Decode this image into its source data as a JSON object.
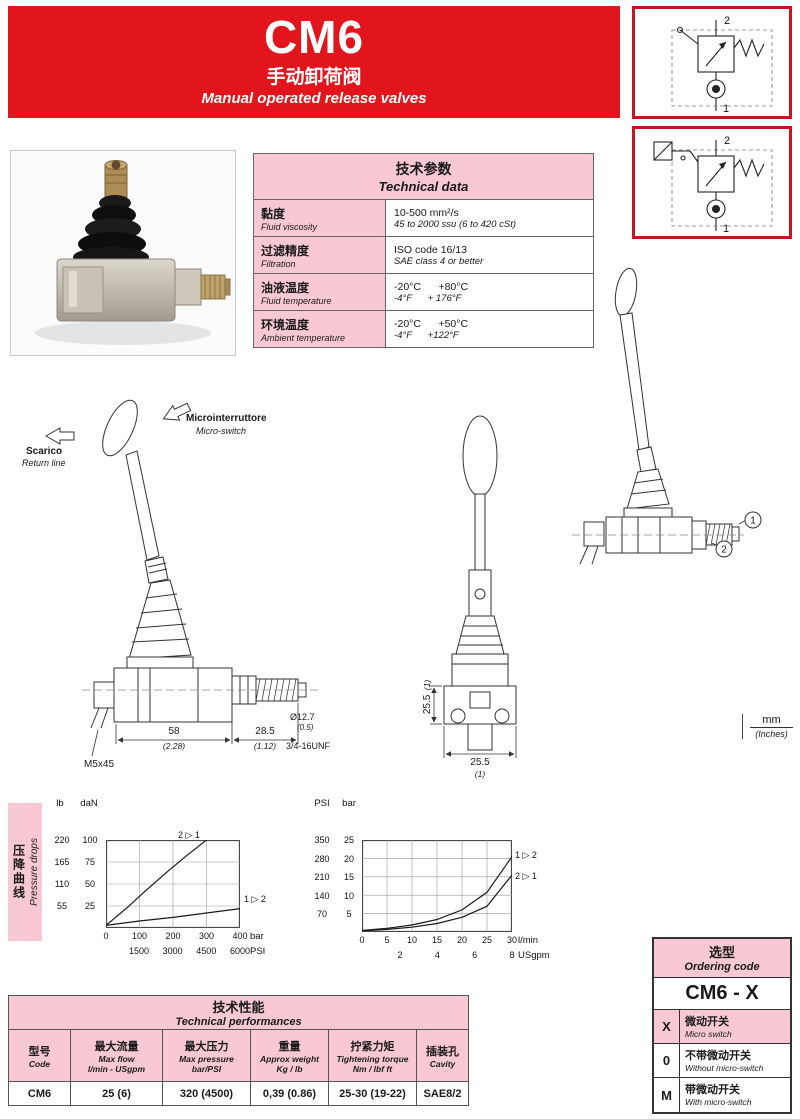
{
  "colors": {
    "red": "#e2151c",
    "pink": "#f8c8d4"
  },
  "header": {
    "title": "CM6",
    "subtitle_cn": "手动卸荷阀",
    "subtitle_en": "Manual operated release valves"
  },
  "symbols": {
    "top": {
      "port_top": "2",
      "port_bottom": "1"
    },
    "bottom": {
      "port_top": "2",
      "port_bottom": "1"
    }
  },
  "technical_data": {
    "title_cn": "技术参数",
    "title_en": "Technical data",
    "rows": [
      {
        "cn": "黏度",
        "en": "Fluid viscosity",
        "v1": "10-500 mm²/s",
        "v2": "45 to 2000 ssu (6 to 420 cSt)"
      },
      {
        "cn": "过滤精度",
        "en": "Filtration",
        "v1": "ISO code 16/13",
        "v2": "SAE class 4 or better"
      },
      {
        "cn": "油液温度",
        "en": "Fluid temperature",
        "v1": "-20°C      +80°C",
        "v2": "-4°F      + 176°F"
      },
      {
        "cn": "环境温度",
        "en": "Ambient temperature",
        "v1": "-20°C      +50°C",
        "v2": "-4°F      +122°F"
      }
    ]
  },
  "drawing": {
    "scarico": "Scarico",
    "return_line": "Return line",
    "micro_it": "Microinterruttore",
    "micro_en": "Micro-switch",
    "dim_58": "58",
    "dim_58_in": "(2.28)",
    "dim_285": "28.5",
    "dim_285_in": "(1.12)",
    "m5x45": "M5x45",
    "dia": "Ø12.7",
    "dia_in": "(0.5)",
    "thread": "3/4-16UNF",
    "dim_255_side": "25.5",
    "dim_255_side_in": "(1)",
    "dim_255_bottom": "25.5",
    "dim_255_bottom_in": "(1)",
    "port1": "1",
    "port2": "2",
    "units_mm": "mm",
    "units_inches": "(Inches)"
  },
  "pressure_band": {
    "cn": "压降曲线",
    "en": "Pressure drops"
  },
  "chart_data": [
    {
      "type": "line",
      "title": "Pressure drop vs pressure",
      "y_units": [
        "lb",
        "daN"
      ],
      "y_ticks_lb": [
        "220",
        "165",
        "110",
        "55"
      ],
      "y_ticks_dan": [
        "100",
        "75",
        "50",
        "25"
      ],
      "x_ticks_bar": [
        "0",
        "100",
        "200",
        "300",
        "400"
      ],
      "x_unit_bar": "bar",
      "x_ticks_psi": [
        "1500",
        "3000",
        "4500",
        "6000"
      ],
      "x_unit_psi": "PSI",
      "xlim": [
        0,
        400
      ],
      "ylim": [
        0,
        100
      ],
      "series": [
        {
          "name": "2 ▷ 1",
          "points": [
            [
              0,
              3
            ],
            [
              60,
              22
            ],
            [
              120,
              43
            ],
            [
              180,
              63
            ],
            [
              240,
              82
            ],
            [
              300,
              100
            ]
          ]
        },
        {
          "name": "1 ▷ 2",
          "points": [
            [
              0,
              3
            ],
            [
              100,
              8
            ],
            [
              200,
              12
            ],
            [
              300,
              17
            ],
            [
              400,
              22
            ]
          ]
        }
      ]
    },
    {
      "type": "line",
      "title": "Pressure drop vs flow",
      "y_units": [
        "PSI",
        "bar"
      ],
      "y_ticks_psi": [
        "350",
        "280",
        "210",
        "140",
        "70"
      ],
      "y_ticks_bar": [
        "25",
        "20",
        "15",
        "10",
        "5"
      ],
      "x_ticks_lmin": [
        "0",
        "5",
        "10",
        "15",
        "20",
        "25",
        "30"
      ],
      "x_unit_lmin": "l/min",
      "x_ticks_usgpm": [
        "2",
        "4",
        "6",
        "8"
      ],
      "x_unit_usgpm": "USgpm",
      "xlim": [
        0,
        30
      ],
      "ylim": [
        0,
        25
      ],
      "series": [
        {
          "name": "1 ▷ 2",
          "points": [
            [
              0,
              0.4
            ],
            [
              5,
              1
            ],
            [
              10,
              1.9
            ],
            [
              15,
              3.4
            ],
            [
              20,
              6
            ],
            [
              25,
              10.8
            ],
            [
              30,
              20.5
            ]
          ]
        },
        {
          "name": "2 ▷ 1",
          "points": [
            [
              0,
              0.3
            ],
            [
              5,
              0.7
            ],
            [
              10,
              1.3
            ],
            [
              15,
              2.3
            ],
            [
              20,
              4
            ],
            [
              25,
              7
            ],
            [
              30,
              15.5
            ]
          ]
        }
      ]
    }
  ],
  "ordering": {
    "title_cn": "选型",
    "title_en": "Ordering code",
    "code": "CM6 - X",
    "options": [
      {
        "code": "X",
        "cn": "微动开关",
        "en": "Micro switch"
      },
      {
        "code": "0",
        "cn": "不带微动开关",
        "en": "Without micro-switch"
      },
      {
        "code": "M",
        "cn": "带微动开关",
        "en": "With micro-switch"
      }
    ]
  },
  "performances": {
    "title_cn": "技术性能",
    "title_en": "Technical performances",
    "columns": [
      {
        "cn": "型号",
        "en": "Code",
        "unit": ""
      },
      {
        "cn": "最大流量",
        "en": "Max flow",
        "unit": "l/min - USgpm"
      },
      {
        "cn": "最大压力",
        "en": "Max pressure",
        "unit": "bar/PSI"
      },
      {
        "cn": "重量",
        "en": "Approx weight",
        "unit": "Kg / lb"
      },
      {
        "cn": "拧紧力矩",
        "en": "Tightening torque",
        "unit": "Nm / lbf ft"
      },
      {
        "cn": "插装孔",
        "en": "Cavity",
        "unit": ""
      }
    ],
    "row": [
      "CM6",
      "25 (6)",
      "320 (4500)",
      "0,39 (0.86)",
      "25-30 (19-22)",
      "SAE8/2"
    ]
  }
}
